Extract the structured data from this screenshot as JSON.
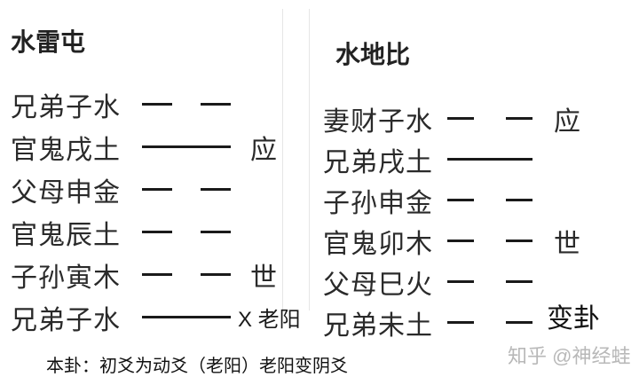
{
  "left_hexagram": {
    "title": "水雷屯",
    "lines": [
      {
        "label": "兄弟子水",
        "type": "yin",
        "tag": ""
      },
      {
        "label": "官鬼戌土",
        "type": "yang",
        "tag": "应"
      },
      {
        "label": "父母申金",
        "type": "yin",
        "tag": ""
      },
      {
        "label": "官鬼辰土",
        "type": "yin",
        "tag": ""
      },
      {
        "label": "子孙寅木",
        "type": "yin",
        "tag": "世"
      },
      {
        "label": "兄弟子水",
        "type": "yang",
        "tag": "",
        "mark": "X 老阳"
      }
    ]
  },
  "right_hexagram": {
    "title": "水地比",
    "lines": [
      {
        "label": "妻财子水",
        "type": "yin",
        "tag": "应"
      },
      {
        "label": "兄弟戌土",
        "type": "yang",
        "tag": ""
      },
      {
        "label": "子孙申金",
        "type": "yin",
        "tag": ""
      },
      {
        "label": "官鬼卯木",
        "type": "yin",
        "tag": "世"
      },
      {
        "label": "父母巳火",
        "type": "yin",
        "tag": ""
      },
      {
        "label": "兄弟未土",
        "type": "yin",
        "tag": ""
      }
    ],
    "bianka_label": "变卦"
  },
  "footnote": "本卦：初爻为动爻（老阳）老阳变阴爻",
  "watermark": "知乎 @神经蛙"
}
